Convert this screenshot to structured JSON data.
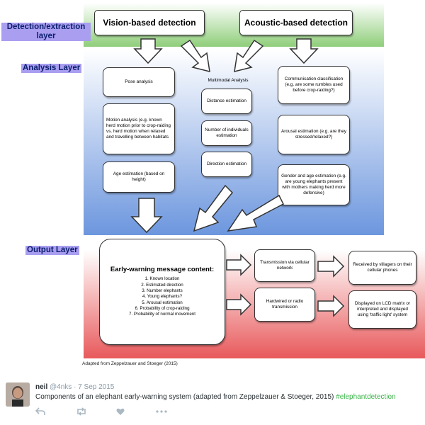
{
  "layers": {
    "detection_label": "Detection/extraction layer",
    "analysis_label": "Analysis Layer",
    "output_label": "Output Layer"
  },
  "detection": {
    "vision": "Vision-based detection",
    "acoustic": "Acoustic-based detection"
  },
  "analysis": {
    "pose": "Pose analysis",
    "motion": "Motion analysis (e.g. known herd motion prior to crop-raiding vs. herd motion when relaxed and travelling between habitats",
    "age": "Age estimation (based on height)",
    "multimodal_title": "Multimodal Analysis",
    "distance": "Distance estimation",
    "number": "Number of individuals estimation",
    "direction": "Direction estimation",
    "communication": "Communication classification (e.g. are some rumbles used before crop-raiding?)",
    "arousal": "Arousal estimation (e.g. are they stressed/relaxed?)",
    "gender_age": "Gender and age estimation (e.g. are young elephants present with mothers making herd more defensive)"
  },
  "output": {
    "message_title": "Early-warning message content:",
    "message_items": [
      "1. Known location",
      "2. Estimated direction",
      "3. Number elephants",
      "4. Young elephants?",
      "5. Arousal estimation",
      "6. Probability of crop-raiding",
      "7. Probability of normal movement"
    ],
    "cellular": "Transmission via cellular network",
    "radio": "Hardwired or radio transmission",
    "villagers": "Received by villagers on their cellular phones",
    "lcd": "Displayed on LCD matrix or interpreted and displayed using 'traffic light' system"
  },
  "caption": "Adapted from Zeppelzauer and Stoeger (2015)",
  "tweet": {
    "name": "neil",
    "handle": "@4nks",
    "separator": "·",
    "date": "7 Sep 2015",
    "text": "Components of an elephant early-warning system (adapted from Zeppelzauer & Stoeger, 2015)",
    "hashtag": "#elephantdetection"
  },
  "colors": {
    "green_band": "#8fce7a",
    "blue_band": "#6c96de",
    "red_band": "#e8595b",
    "layer_label_bg": "#a99ef0",
    "hashtag": "#3bb44a"
  },
  "icons": [
    "reply-icon",
    "retweet-icon",
    "like-icon",
    "more-icon"
  ]
}
